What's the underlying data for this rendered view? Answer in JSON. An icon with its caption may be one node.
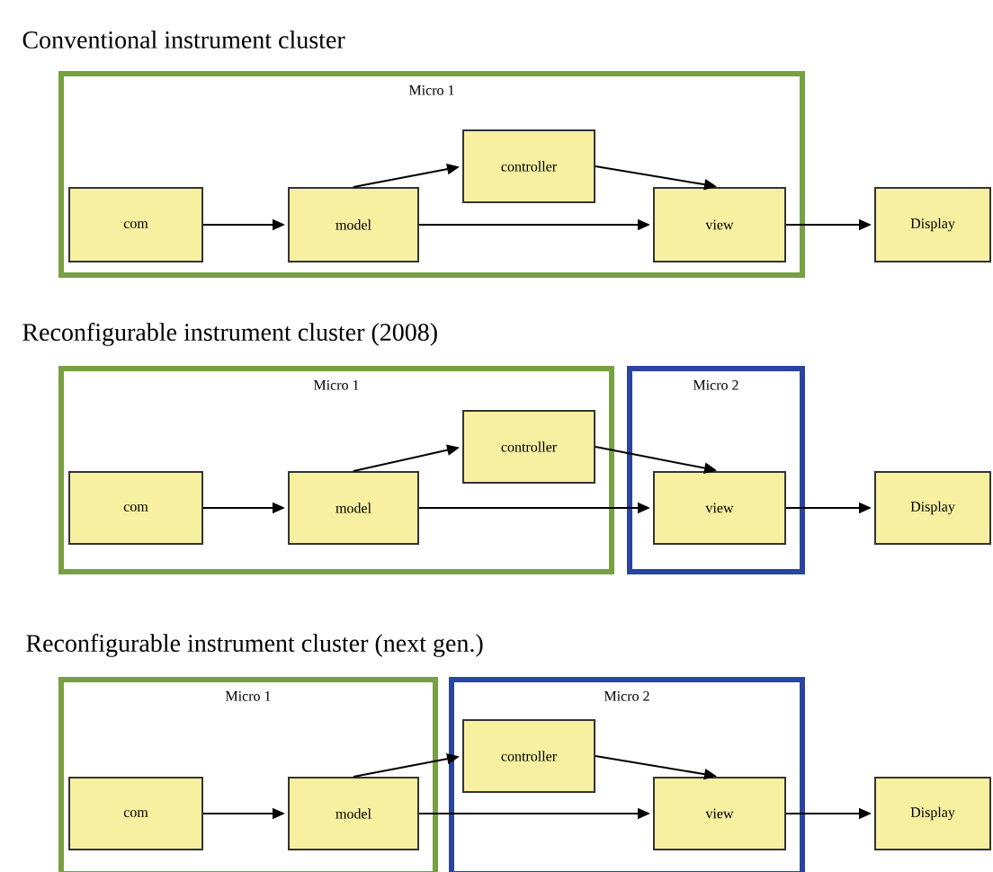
{
  "diagram": {
    "nodes": [
      {
        "text": [
          "Micro 1"
        ]
      },
      {
        "text": [
          "com"
        ],
        "in": 0
      },
      {
        "text": [
          "model"
        ],
        "in": 0
      },
      {
        "text": [
          "controller"
        ],
        "in": 0
      },
      {
        "text": [
          "view"
        ],
        "in": 0
      },
      {
        "text": [
          "Display"
        ]
      },
      {
        "text": [
          "Micro 1"
        ]
      },
      {
        "text": [
          "com"
        ],
        "in": 6
      },
      {
        "text": [
          "model"
        ],
        "in": 6
      },
      {
        "text": [
          "controller"
        ],
        "in": 6
      },
      {
        "text": [
          "Micro 2"
        ]
      },
      {
        "text": [
          "view"
        ],
        "in": 10
      },
      {
        "text": [
          "Display"
        ]
      },
      {
        "text": [
          "Micro 1"
        ]
      },
      {
        "text": [
          "com"
        ],
        "in": 13
      },
      {
        "text": [
          "model"
        ],
        "in": 13
      },
      {
        "text": [
          "Micro 2"
        ]
      },
      {
        "text": [
          "controller"
        ],
        "in": 16
      },
      {
        "text": [
          "view"
        ],
        "in": 16
      },
      {
        "text": [
          "Display"
        ]
      }
    ],
    "edges": [
      {
        "from": 1,
        "to": 2,
        "arrow": "to"
      },
      {
        "from": 2,
        "to": 3,
        "arrow": "to"
      },
      {
        "from": 2,
        "to": 4,
        "arrow": "to"
      },
      {
        "from": 3,
        "to": 4,
        "arrow": "to"
      },
      {
        "from": 4,
        "to": 5,
        "arrow": "to"
      },
      {
        "from": 7,
        "to": 8,
        "arrow": "to"
      },
      {
        "from": 8,
        "to": 9,
        "arrow": "to"
      },
      {
        "from": 8,
        "to": 11,
        "arrow": "to"
      },
      {
        "from": 9,
        "to": 11,
        "arrow": "to"
      },
      {
        "from": 11,
        "to": 12,
        "arrow": "to"
      },
      {
        "from": 14,
        "to": 15,
        "arrow": "to"
      },
      {
        "from": 15,
        "to": 17,
        "arrow": "to"
      },
      {
        "from": 15,
        "to": 18,
        "arrow": "to"
      },
      {
        "from": 17,
        "to": 18,
        "arrow": "to"
      },
      {
        "from": 18,
        "to": 19,
        "arrow": "to"
      }
    ],
    "labels": [
      "Conventional instrument cluster",
      "Reconfigurable instrument cluster (2008)",
      "Reconfigurable instrument cluster (next gen.)"
    ]
  }
}
